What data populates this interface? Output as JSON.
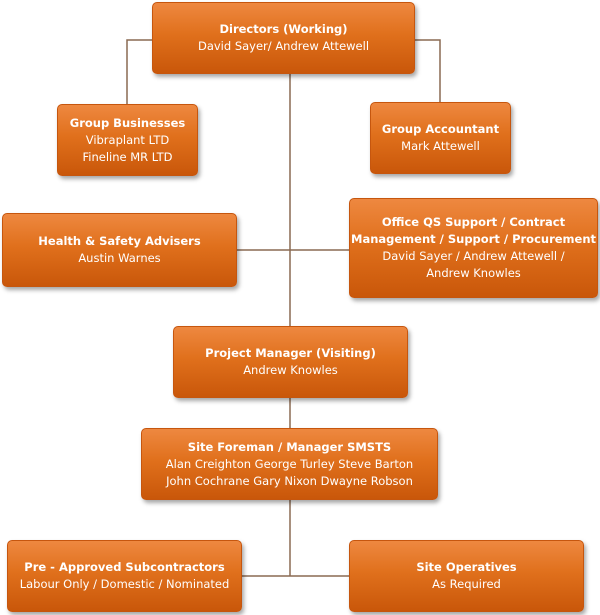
{
  "chart": {
    "directors": {
      "title": "Directors (Working)",
      "lines": [
        "David Sayer/ Andrew Attewell"
      ]
    },
    "group_businesses": {
      "title": "Group Businesses",
      "lines": [
        "Vibraplant LTD",
        "Fineline MR LTD"
      ]
    },
    "group_accountant": {
      "title": "Group Accountant",
      "lines": [
        "Mark Attewell"
      ]
    },
    "health_safety": {
      "title": "Health & Safety Advisers",
      "lines": [
        "Austin Warnes"
      ]
    },
    "office_qs": {
      "title_lines": [
        "Office QS Support / Contract",
        "Management / Support / Procurement"
      ],
      "lines": [
        "David Sayer / Andrew Attewell /",
        "Andrew Knowles"
      ]
    },
    "project_manager": {
      "title": "Project Manager (Visiting)",
      "lines": [
        "Andrew Knowles"
      ]
    },
    "site_foreman": {
      "title": "Site Foreman / Manager SMSTS",
      "lines": [
        "Alan Creighton  George Turley  Steve Barton",
        "John Cochrane  Gary Nixon  Dwayne Robson"
      ]
    },
    "subcontractors": {
      "title": "Pre - Approved Subcontractors",
      "lines": [
        "Labour Only / Domestic / Nominated"
      ]
    },
    "site_operatives": {
      "title": "Site Operatives",
      "lines": [
        "As Required"
      ]
    },
    "colors": {
      "box_fill": "#e0701c",
      "box_text": "#ffffff",
      "connector": "#8a6a52"
    }
  }
}
